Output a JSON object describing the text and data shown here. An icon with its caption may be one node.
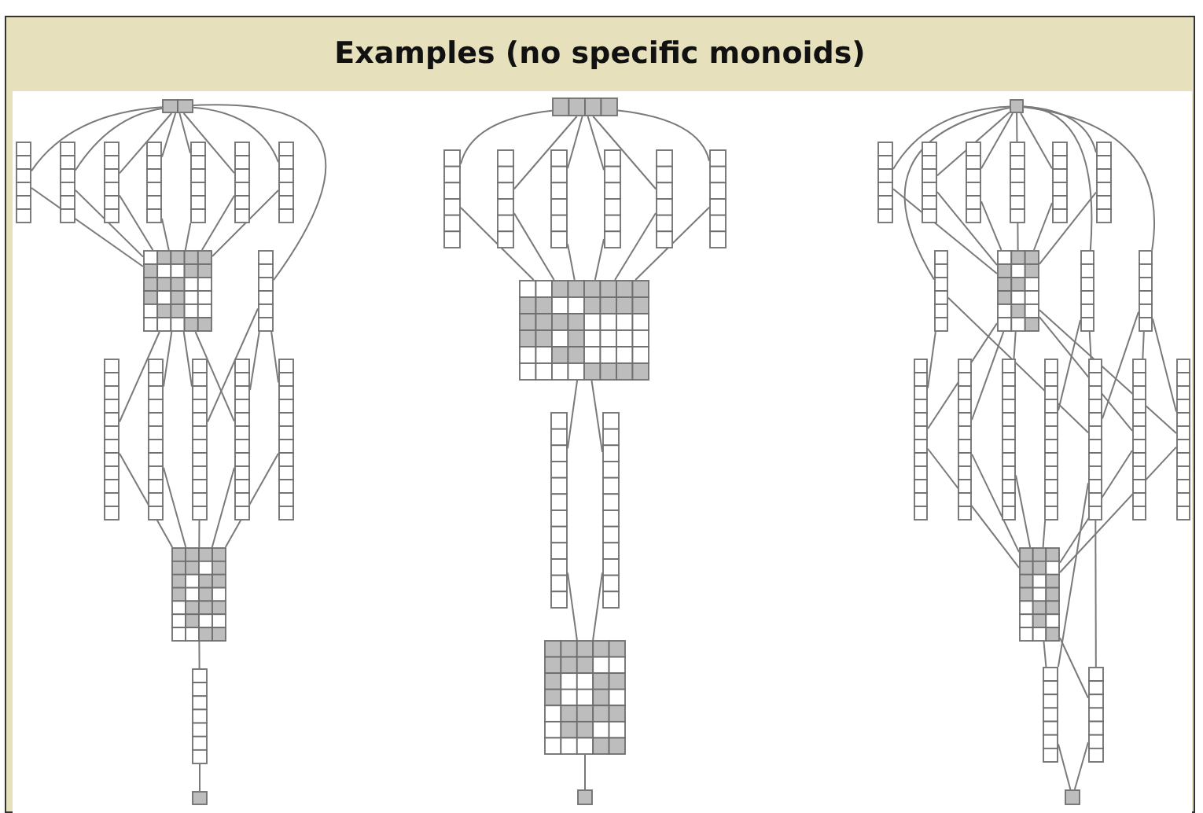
{
  "diagram": {
    "title": "Examples (no specific monoids)",
    "nodes": [
      {
        "text": [],
        "shape": "box"
      },
      {
        "text": [],
        "shape": "box"
      },
      {
        "text": [],
        "shape": "box"
      },
      {
        "text": [],
        "shape": "box"
      },
      {
        "text": [],
        "shape": "box"
      },
      {
        "text": [],
        "shape": "box"
      },
      {
        "text": [],
        "shape": "box"
      },
      {
        "text": [],
        "shape": "box"
      },
      {
        "text": [],
        "shape": "box"
      },
      {
        "text": [],
        "shape": "box"
      },
      {
        "text": [],
        "shape": "box"
      },
      {
        "text": [],
        "shape": "box"
      },
      {
        "text": [],
        "shape": "box"
      },
      {
        "text": [],
        "shape": "box"
      },
      {
        "text": [],
        "shape": "box"
      },
      {
        "text": [],
        "shape": "box"
      },
      {
        "text": [],
        "shape": "box"
      },
      {
        "text": [],
        "shape": "box"
      },
      {
        "text": [],
        "shape": "box"
      },
      {
        "text": [],
        "shape": "box"
      },
      {
        "text": [],
        "shape": "box"
      },
      {
        "text": [],
        "shape": "box"
      },
      {
        "text": [],
        "shape": "box"
      },
      {
        "text": [],
        "shape": "box"
      },
      {
        "text": [],
        "shape": "box"
      },
      {
        "text": [],
        "shape": "box"
      },
      {
        "text": [],
        "shape": "box"
      },
      {
        "text": [],
        "shape": "box"
      },
      {
        "text": [],
        "shape": "box"
      },
      {
        "text": [],
        "shape": "box"
      },
      {
        "text": [],
        "shape": "box"
      },
      {
        "text": [],
        "shape": "box"
      },
      {
        "text": [],
        "shape": "box"
      },
      {
        "text": [],
        "shape": "box"
      },
      {
        "text": [],
        "shape": "box"
      },
      {
        "text": [],
        "shape": "box"
      },
      {
        "text": [],
        "shape": "box"
      },
      {
        "text": [],
        "shape": "box"
      },
      {
        "text": [],
        "shape": "box"
      },
      {
        "text": [],
        "shape": "box"
      },
      {
        "text": [],
        "shape": "box"
      },
      {
        "text": [],
        "shape": "box"
      },
      {
        "text": [],
        "shape": "box"
      },
      {
        "text": [],
        "shape": "box"
      },
      {
        "text": [],
        "shape": "box"
      },
      {
        "text": [],
        "shape": "box"
      },
      {
        "text": [],
        "shape": "box"
      },
      {
        "text": [],
        "shape": "box"
      },
      {
        "text": [],
        "shape": "box"
      },
      {
        "text": [],
        "shape": "box"
      },
      {
        "text": [],
        "shape": "box"
      },
      {
        "text": [],
        "shape": "box"
      }
    ],
    "edges": [
      {
        "from": 0,
        "to": 1,
        "arrow": "none"
      },
      {
        "from": 0,
        "to": 2,
        "arrow": "none"
      },
      {
        "from": 0,
        "to": 3,
        "arrow": "none"
      },
      {
        "from": 0,
        "to": 4,
        "arrow": "none"
      },
      {
        "from": 0,
        "to": 5,
        "arrow": "none"
      },
      {
        "from": 0,
        "to": 6,
        "arrow": "none"
      },
      {
        "from": 0,
        "to": 7,
        "arrow": "none"
      },
      {
        "from": 0,
        "to": 9,
        "arrow": "none"
      },
      {
        "from": 1,
        "to": 8,
        "arrow": "none"
      },
      {
        "from": 2,
        "to": 8,
        "arrow": "none"
      },
      {
        "from": 3,
        "to": 8,
        "arrow": "none"
      },
      {
        "from": 4,
        "to": 8,
        "arrow": "none"
      },
      {
        "from": 5,
        "to": 8,
        "arrow": "none"
      },
      {
        "from": 6,
        "to": 8,
        "arrow": "none"
      },
      {
        "from": 7,
        "to": 8,
        "arrow": "none"
      },
      {
        "from": 8,
        "to": 10,
        "arrow": "none"
      },
      {
        "from": 8,
        "to": 11,
        "arrow": "none"
      },
      {
        "from": 8,
        "to": 12,
        "arrow": "none"
      },
      {
        "from": 8,
        "to": 13,
        "arrow": "none"
      },
      {
        "from": 9,
        "to": 12,
        "arrow": "none"
      },
      {
        "from": 9,
        "to": 13,
        "arrow": "none"
      },
      {
        "from": 9,
        "to": 14,
        "arrow": "none"
      },
      {
        "from": 10,
        "to": 15,
        "arrow": "none"
      },
      {
        "from": 11,
        "to": 15,
        "arrow": "none"
      },
      {
        "from": 12,
        "to": 15,
        "arrow": "none"
      },
      {
        "from": 13,
        "to": 15,
        "arrow": "none"
      },
      {
        "from": 14,
        "to": 15,
        "arrow": "none"
      },
      {
        "from": 15,
        "to": 16,
        "arrow": "none"
      },
      {
        "from": 16,
        "to": 17,
        "arrow": "none"
      },
      {
        "from": 18,
        "to": 19,
        "arrow": "none"
      },
      {
        "from": 18,
        "to": 20,
        "arrow": "none"
      },
      {
        "from": 18,
        "to": 21,
        "arrow": "none"
      },
      {
        "from": 18,
        "to": 22,
        "arrow": "none"
      },
      {
        "from": 18,
        "to": 23,
        "arrow": "none"
      },
      {
        "from": 18,
        "to": 24,
        "arrow": "none"
      },
      {
        "from": 19,
        "to": 25,
        "arrow": "none"
      },
      {
        "from": 20,
        "to": 25,
        "arrow": "none"
      },
      {
        "from": 21,
        "to": 25,
        "arrow": "none"
      },
      {
        "from": 22,
        "to": 25,
        "arrow": "none"
      },
      {
        "from": 23,
        "to": 25,
        "arrow": "none"
      },
      {
        "from": 24,
        "to": 25,
        "arrow": "none"
      },
      {
        "from": 25,
        "to": 26,
        "arrow": "none"
      },
      {
        "from": 25,
        "to": 27,
        "arrow": "none"
      },
      {
        "from": 26,
        "to": 28,
        "arrow": "none"
      },
      {
        "from": 27,
        "to": 28,
        "arrow": "none"
      },
      {
        "from": 28,
        "to": 29,
        "arrow": "none"
      },
      {
        "from": 30,
        "to": 31,
        "arrow": "none"
      },
      {
        "from": 30,
        "to": 32,
        "arrow": "none"
      },
      {
        "from": 30,
        "to": 33,
        "arrow": "none"
      },
      {
        "from": 30,
        "to": 34,
        "arrow": "none"
      },
      {
        "from": 30,
        "to": 35,
        "arrow": "none"
      },
      {
        "from": 30,
        "to": 36,
        "arrow": "none"
      },
      {
        "from": 30,
        "to": 37,
        "arrow": "none"
      },
      {
        "from": 30,
        "to": 39,
        "arrow": "none"
      },
      {
        "from": 30,
        "to": 40,
        "arrow": "none"
      },
      {
        "from": 31,
        "to": 38,
        "arrow": "none"
      },
      {
        "from": 32,
        "to": 38,
        "arrow": "none"
      },
      {
        "from": 33,
        "to": 38,
        "arrow": "none"
      },
      {
        "from": 34,
        "to": 38,
        "arrow": "none"
      },
      {
        "from": 35,
        "to": 38,
        "arrow": "none"
      },
      {
        "from": 36,
        "to": 38,
        "arrow": "none"
      },
      {
        "from": 37,
        "to": 41,
        "arrow": "none"
      },
      {
        "from": 37,
        "to": 45,
        "arrow": "none"
      },
      {
        "from": 38,
        "to": 41,
        "arrow": "none"
      },
      {
        "from": 38,
        "to": 42,
        "arrow": "none"
      },
      {
        "from": 38,
        "to": 43,
        "arrow": "none"
      },
      {
        "from": 38,
        "to": 46,
        "arrow": "none"
      },
      {
        "from": 38,
        "to": 47,
        "arrow": "none"
      },
      {
        "from": 39,
        "to": 44,
        "arrow": "none"
      },
      {
        "from": 39,
        "to": 45,
        "arrow": "none"
      },
      {
        "from": 40,
        "to": 45,
        "arrow": "none"
      },
      {
        "from": 40,
        "to": 46,
        "arrow": "none"
      },
      {
        "from": 40,
        "to": 47,
        "arrow": "none"
      },
      {
        "from": 41,
        "to": 48,
        "arrow": "none"
      },
      {
        "from": 42,
        "to": 48,
        "arrow": "none"
      },
      {
        "from": 43,
        "to": 48,
        "arrow": "none"
      },
      {
        "from": 44,
        "to": 48,
        "arrow": "none"
      },
      {
        "from": 46,
        "to": 48,
        "arrow": "none"
      },
      {
        "from": 47,
        "to": 48,
        "arrow": "none"
      },
      {
        "from": 45,
        "to": 49,
        "arrow": "none"
      },
      {
        "from": 45,
        "to": 50,
        "arrow": "none"
      },
      {
        "from": 48,
        "to": 49,
        "arrow": "none"
      },
      {
        "from": 48,
        "to": 50,
        "arrow": "none"
      },
      {
        "from": 49,
        "to": 51,
        "arrow": "none"
      },
      {
        "from": 50,
        "to": 51,
        "arrow": "none"
      }
    ]
  }
}
